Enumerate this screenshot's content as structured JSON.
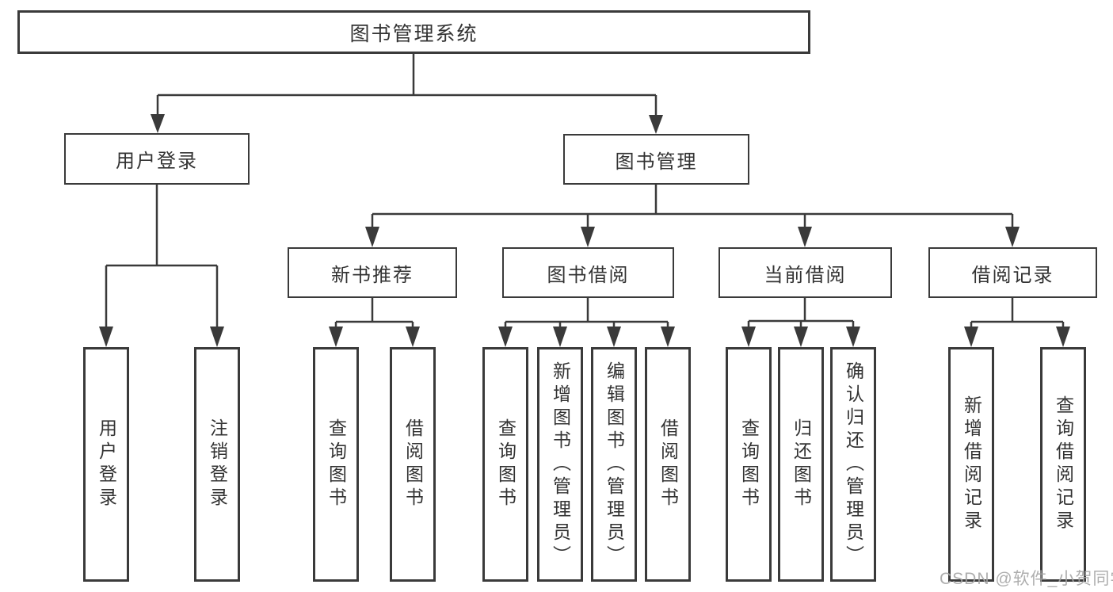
{
  "diagram": {
    "root": {
      "label": "图书管理系统"
    },
    "branches": [
      {
        "label": "用户登录",
        "children": [
          "用户登录",
          "注销登录"
        ]
      },
      {
        "label": "图书管理",
        "groups": [
          {
            "label": "新书推荐",
            "children": [
              "查询图书",
              "借阅图书"
            ]
          },
          {
            "label": "图书借阅",
            "children": [
              "查询图书",
              "新增图书（管理员）",
              "编辑图书（管理员）",
              "借阅图书"
            ]
          },
          {
            "label": "当前借阅",
            "children": [
              "查询图书",
              "归还图书",
              "确认归还（管理员）"
            ]
          },
          {
            "label": "借阅记录",
            "children": [
              "新增借阅记录",
              "查询借阅记录"
            ]
          }
        ]
      }
    ]
  },
  "watermark": "CSDN @软件_小贺同学",
  "colors": {
    "border": "#3a3a3a",
    "line": "#3a3a3a",
    "text": "#333333",
    "watermark": "#a5a5a5",
    "background": "#ffffff"
  }
}
